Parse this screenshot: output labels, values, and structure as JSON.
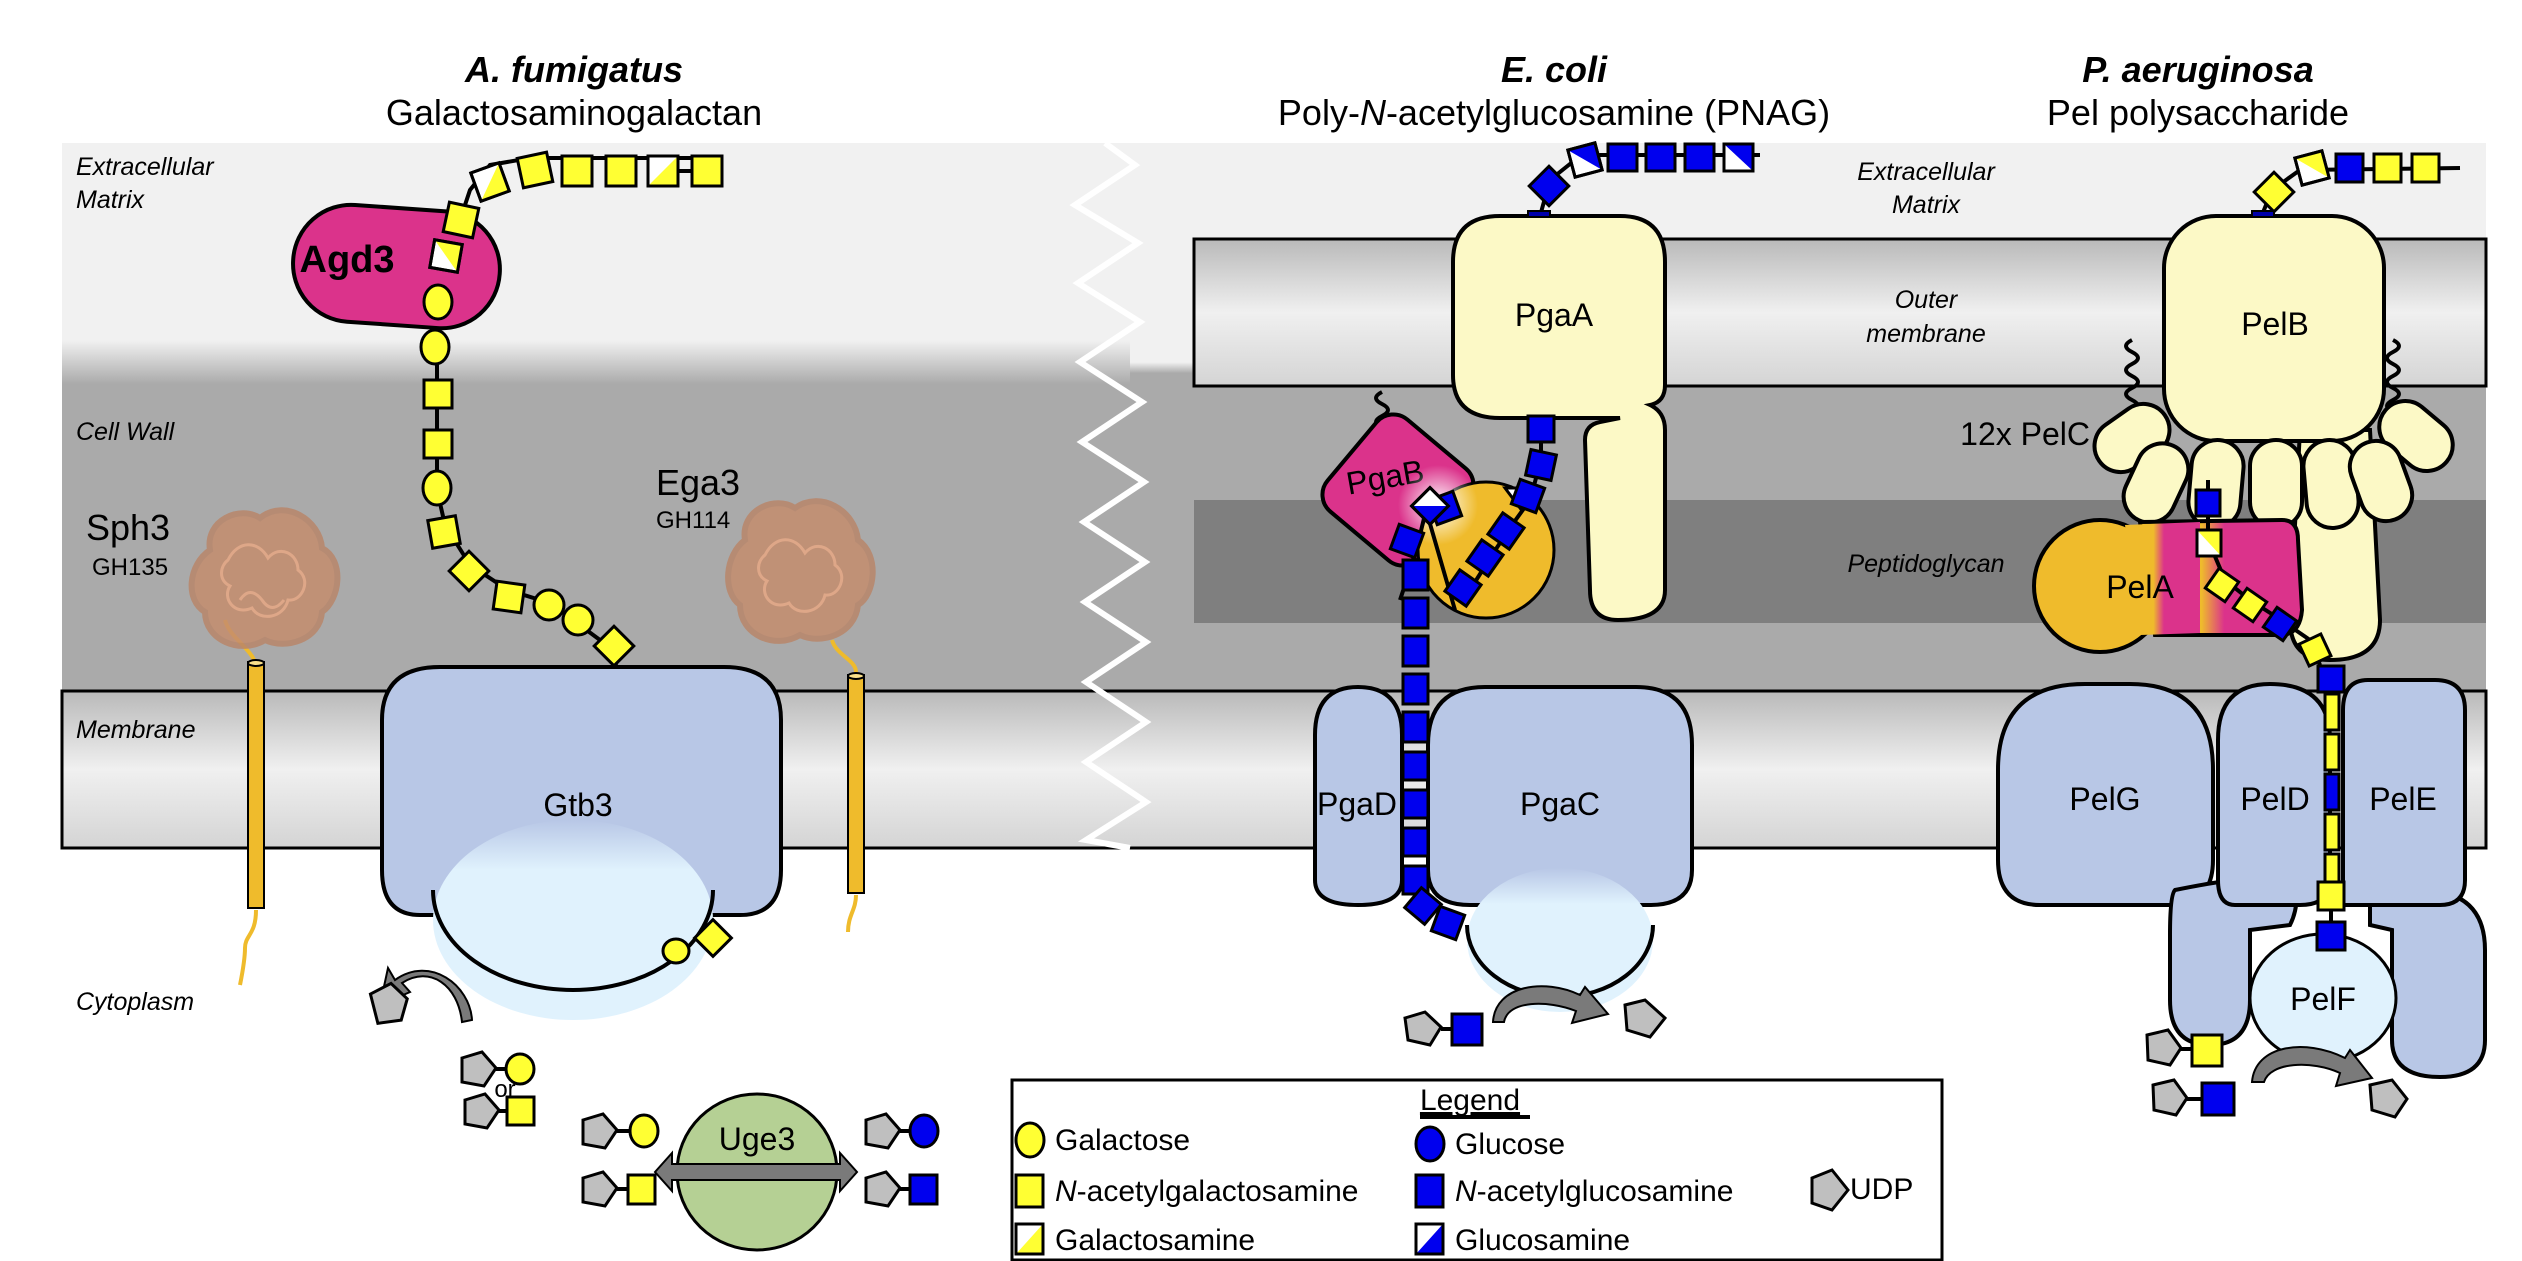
{
  "panels": {
    "fungus": {
      "organism": "A. fumigatus",
      "polysaccharide": "Galactosaminogalactan"
    },
    "ecoli": {
      "organism": "E. coli",
      "polysaccharide_prefix": "Poly-",
      "polysaccharide_italic": "N",
      "polysaccharide_suffix": "-acetylglucosamine (PNAG)"
    },
    "pseudomonas": {
      "organism": "P. aeruginosa",
      "polysaccharide": "Pel polysaccharide"
    }
  },
  "layers": {
    "ecm_left_1": "Extracellular",
    "ecm_left_2": "Matrix",
    "cell_wall": "Cell Wall",
    "membrane": "Membrane",
    "cytoplasm": "Cytoplasm",
    "ecm_right_1": "Extracellular",
    "ecm_right_2": "Matrix",
    "outer_membrane_1": "Outer",
    "outer_membrane_2": "membrane",
    "peptidoglycan": "Peptidoglycan"
  },
  "proteins": {
    "agd3": "Agd3",
    "gtb3": "Gtb3",
    "sph3": "Sph3",
    "sph3_family": "GH135",
    "ega3": "Ega3",
    "ega3_family": "GH114",
    "uge3": "Uge3",
    "or_text": "or",
    "pgaA": "PgaA",
    "pgaB": "PgaB",
    "pgaC": "PgaC",
    "pgaD": "PgaD",
    "pelA": "PelA",
    "pelB": "PelB",
    "pelC": "12x PelC",
    "pelD": "PelD",
    "pelE": "PelE",
    "pelF": "PelF",
    "pelG": "PelG"
  },
  "legend": {
    "title": "Legend",
    "items": [
      {
        "symbol": "galactose",
        "label": "Galactose",
        "italic_prefix": ""
      },
      {
        "symbol": "glucose",
        "label": "Glucose",
        "italic_prefix": ""
      },
      {
        "symbol": "galnac",
        "label": "-acetylgalactosamine",
        "italic_prefix": "N"
      },
      {
        "symbol": "glcnac",
        "label": "-acetylglucosamine",
        "italic_prefix": "N"
      },
      {
        "symbol": "udp",
        "label": "UDP",
        "italic_prefix": ""
      },
      {
        "symbol": "galn",
        "label": "Galactosamine",
        "italic_prefix": ""
      },
      {
        "symbol": "glcn",
        "label": "Glucosamine",
        "italic_prefix": ""
      }
    ]
  },
  "colors": {
    "galactose": "#ffff33",
    "glucose": "#0000ee",
    "udp": "#bfbfbf",
    "deacetylase": "#db338b",
    "hydrolase": "#efbb2c",
    "synthase": "#b8c7e6",
    "porin": "#fcf9c6",
    "gt_domain": "#e0f2fd",
    "uge3": "#b5d094",
    "extracellular": "#f1f1f1",
    "cell_wall": "#aaaaaa",
    "peptidoglycan": "#7f7f7f"
  }
}
